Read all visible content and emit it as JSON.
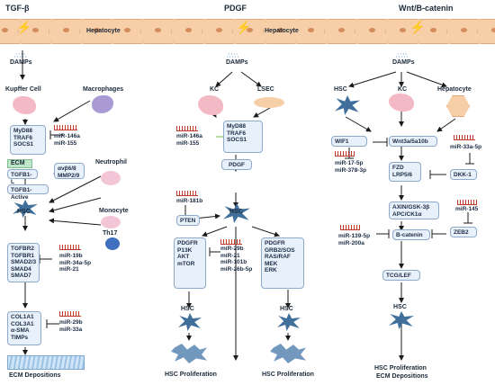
{
  "titles": {
    "tgf": "TGF-β",
    "pdgf": "PDGF",
    "wnt": "Wnt/B-catenin"
  },
  "hepatocyte_labels": [
    "Hepatocyte",
    "Hepatocyte"
  ],
  "left": {
    "damps": "DAMPs",
    "kupffer": "Kupffer Cell",
    "macrophages": "Macrophages",
    "myd88_box": [
      "MyD88",
      "TRAF6",
      "SOCS1"
    ],
    "mir1": [
      "miR-146a",
      "miR-155"
    ],
    "ecm": "ECM",
    "tgfb1_l": "TGFB1-L",
    "integrin": [
      "αvβ6/8",
      "MMP2/9"
    ],
    "neutrophil": "Neutrophil",
    "tgfb1_active": "TGFB1-Active",
    "hsc": "HSC",
    "monocyte": "Monocyte",
    "th17": "Th17",
    "receptor_box": [
      "TGFBR2",
      "TGFBR1",
      "SMAD2/3",
      "SMAD4",
      "SMAD7"
    ],
    "mir2": [
      "miR-19b",
      "miR-34a-5p",
      "miR-21"
    ],
    "collagen_box": [
      "COL1A1",
      "COL3A1",
      "α-SMA",
      "TIMPs"
    ],
    "mir3": [
      "miR-29b",
      "miR-33a"
    ],
    "ecm_dep": "ECM Depositions"
  },
  "mid": {
    "damps": "DAMPs",
    "kc": "KC",
    "lsec": "LSEC",
    "myd88_box": [
      "MyD88",
      "TRAF6",
      "SOCS1"
    ],
    "mir1": [
      "miR-146a",
      "miR-155"
    ],
    "pdgf": "PDGF",
    "mir_181b": "miR-181b",
    "pten": "PTEN",
    "hsc": "HSC",
    "pi3k_box": [
      "PDGFR",
      "P13K",
      "AKT",
      "mTOR"
    ],
    "mir2": [
      "miR-29b",
      "miR-21",
      "miR-101b",
      "miR-26b-5p"
    ],
    "ras_box": [
      "PDGFR",
      "GRB2/SOS",
      "RAS/RAF",
      "MEK",
      "ERK"
    ],
    "hsc2": "HSC",
    "hsc3": "HSC",
    "prolif1": "HSC Proliferation",
    "prolif2": "HSC Proliferation"
  },
  "right": {
    "damps": "DAMPs",
    "hsc_top": "HSC",
    "kc": "KC",
    "hepatocyte": "Hepatocyte",
    "wif1": "WIF1",
    "wnt_box": "Wnt3a/5a10b",
    "mir_33a": "miR-33a-5p",
    "mir_17": [
      "miR-17-5p",
      "miR-378-3p"
    ],
    "fzd_box": [
      "FZD",
      "LRP5/6"
    ],
    "dkk1": "DKK-1",
    "axin_box": [
      "AXIN/GSK-3β",
      "APC/CK1α"
    ],
    "mir_145": "miR-145",
    "mir_139": [
      "miR-139-5p",
      "miR-200a"
    ],
    "bcatenin": "B-catenin",
    "zeb2": "ZEB2",
    "tcf": "TCG/LEF",
    "hsc": "HSC",
    "prolif": "HSC Proliferation",
    "ecm_dep": "ECM Depositions"
  },
  "colors": {
    "hepatocyte": "#f6cfa8",
    "box_bg": "#e8f0fb",
    "box_border": "#8fa9c8",
    "hsc": "#3f6f9a",
    "lightning": "#f29a1b",
    "ecm": "#bfe6c9",
    "kupffer": "#f3b9c4",
    "macrophage": "#a99ad6"
  }
}
